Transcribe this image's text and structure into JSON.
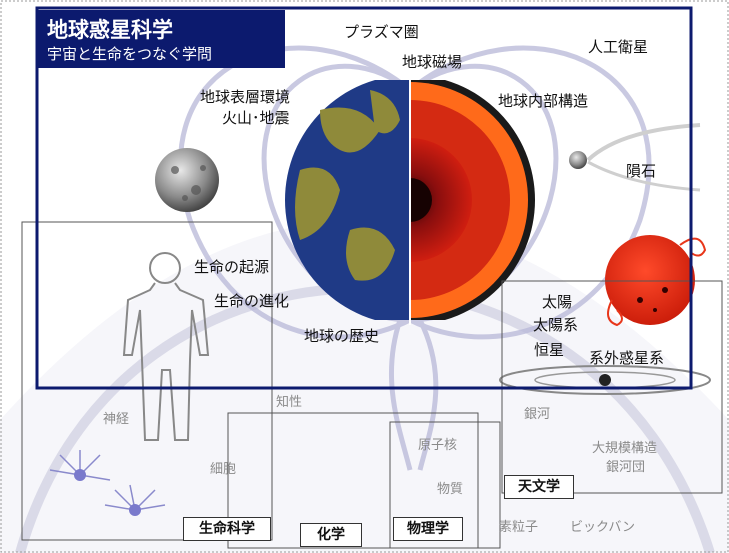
{
  "title": {
    "main": "地球惑星科学",
    "sub": "宇宙と生命をつなぐ学問"
  },
  "labels": {
    "plasma": "プラズマ圏",
    "magnetic": "地球磁場",
    "satellite": "人工衛星",
    "surface": "地球表層環境",
    "volcano": "火山･地震",
    "interior": "地球内部構造",
    "meteorite": "隕石",
    "origin": "生命の起源",
    "evolution": "生命の進化",
    "history": "地球の歴史",
    "sun": "太陽",
    "solar_system": "太陽系",
    "star": "恒星",
    "exoplanet": "系外惑星系"
  },
  "faint_labels": {
    "intellect": "知性",
    "nerve": "神経",
    "cell": "細胞",
    "galaxy": "銀河",
    "nucleus": "原子核",
    "matter": "物質",
    "large_scale": "大規模構造",
    "galaxy_cluster": "銀河団",
    "elementary": "素粒子",
    "bigbang": "ビックバン"
  },
  "disciplines": {
    "life_science": "生命科学",
    "chemistry": "化学",
    "physics": "物理学",
    "astronomy": "天文学"
  },
  "colors": {
    "frame": "#0c1a6e",
    "core_red": "#d42a12",
    "mantle_orange": "#ff6a1a",
    "ocean": "#1f3a86",
    "land": "#8f8a3a",
    "field_lines": "#b8b8d8",
    "sun": "#e8361a"
  }
}
